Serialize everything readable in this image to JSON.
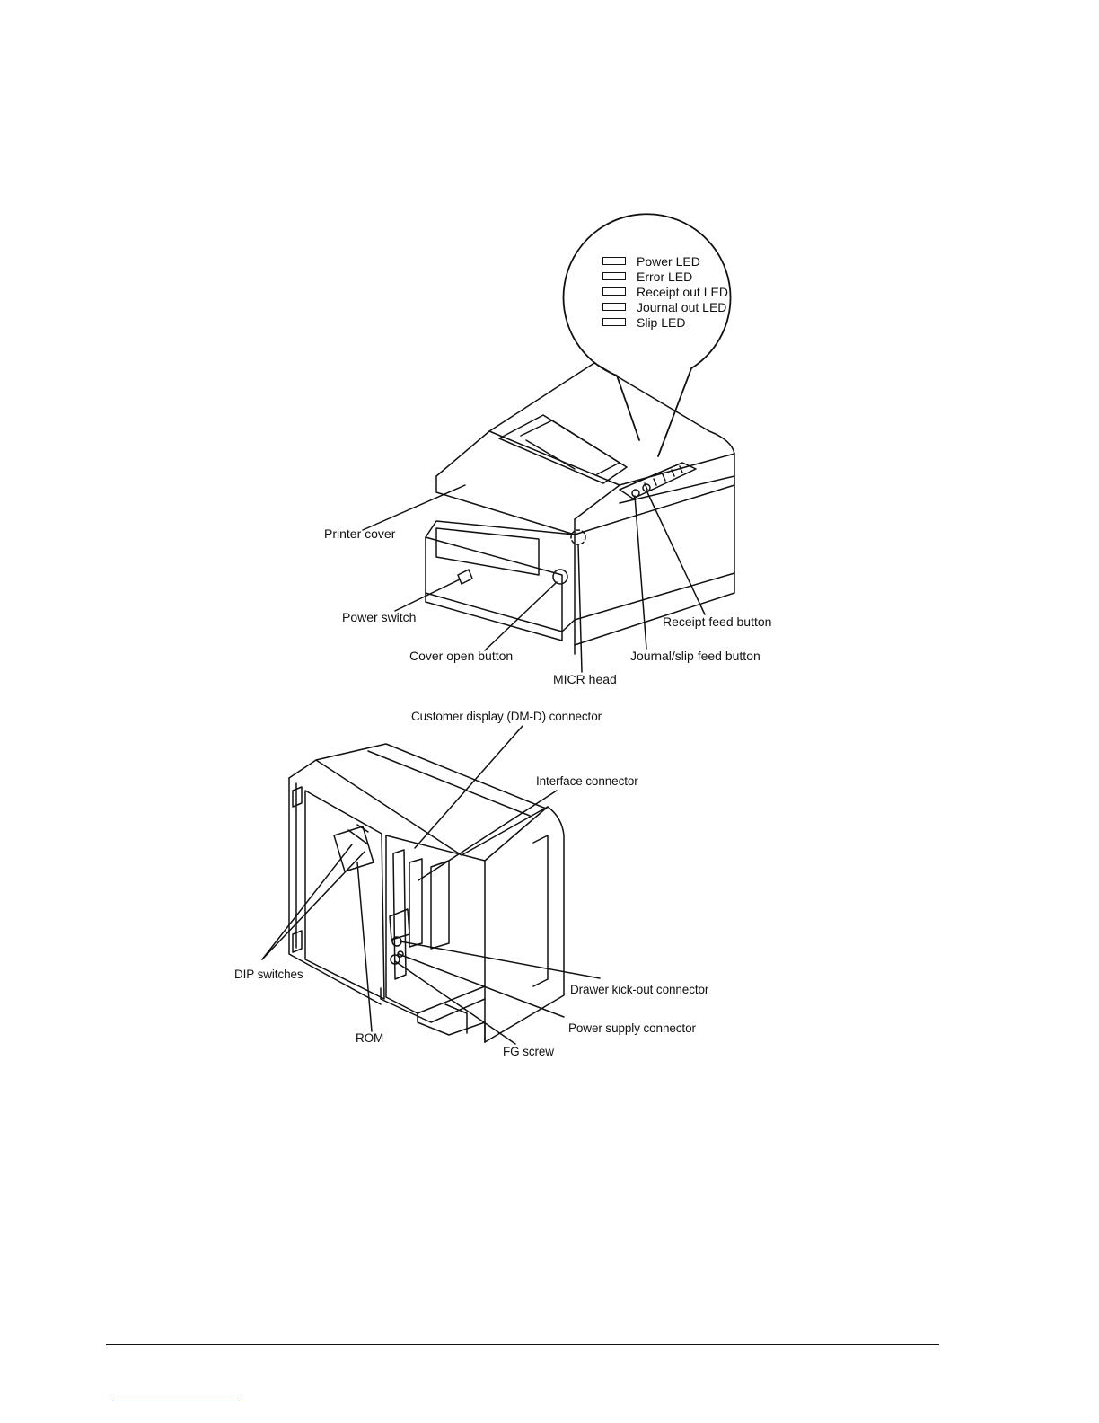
{
  "front_view": {
    "led_panel": [
      {
        "label": "Power LED"
      },
      {
        "label": "Error LED"
      },
      {
        "label": "Receipt out LED"
      },
      {
        "label": "Journal out LED"
      },
      {
        "label": "Slip LED"
      }
    ],
    "callouts": {
      "printer_cover": "Printer cover",
      "power_switch": "Power switch",
      "cover_open_button": "Cover open button",
      "micr_head": "MICR head",
      "journal_slip_feed_button": "Journal/slip feed button",
      "receipt_feed_button": "Receipt feed button"
    }
  },
  "rear_view": {
    "callouts": {
      "customer_display_connector": "Customer display (DM-D) connector",
      "interface_connector": "Interface connector",
      "dip_switches": "DIP switches",
      "rom": "ROM",
      "drawer_kickout_connector": "Drawer kick-out connector",
      "power_supply_connector": "Power supply connector",
      "fg_screw": "FG screw"
    }
  },
  "colors": {
    "line": "#111111",
    "footer_link": "#3b4fd9"
  }
}
